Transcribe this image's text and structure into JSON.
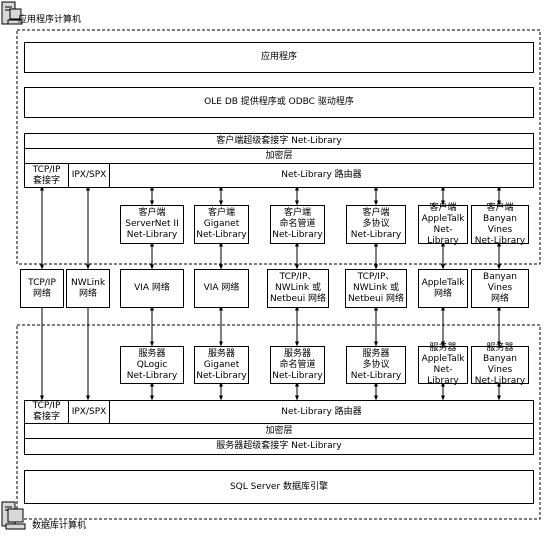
{
  "client_computer": {
    "label": "应用程序计算机"
  },
  "server_computer": {
    "label": "数据库计算机"
  },
  "client_stack": {
    "application": "应用程序",
    "oledb": "OLE DB 提供程序或 ODBC 驱动程序",
    "superSocket": "客户端超级套接字 Net-Library",
    "encryption": "加密层",
    "tcpip": "TCP/IP\n套接字",
    "ipxspx": "IPX/SPX",
    "router": "Net-Library 路由器",
    "netlibs": [
      "客户端\nServerNet II\nNet-Library",
      "客户端\nGiganet\nNet-Library",
      "客户端\n命名管道\nNet-Library",
      "客户端\n多协议\nNet-Library",
      "客户端\nAppleTalk\nNet-Library",
      "客户端\nBanyan Vines\nNet-Library"
    ]
  },
  "networks": [
    "TCP/IP\n网络",
    "NWLink\n网络",
    "VIA 网络",
    "VIA 网络",
    "TCP/IP、\nNWLink 或\nNetbeui 网络",
    "TCP/IP、\nNWLink 或\nNetbeui 网络",
    "AppleTalk\n网络",
    "Banyan Vines\n网络"
  ],
  "server_stack": {
    "netlibs": [
      "服务器\nQLogic\nNet-Library",
      "服务器\nGiganet\nNet-Library",
      "服务器\n命名管道\nNet-Library",
      "服务器\n多协议\nNet-Library",
      "服务器\nAppleTalk\nNet-Library",
      "服务器\nBanyan Vines\nNet-Library"
    ],
    "tcpip": "TCP/IP\n套接字",
    "ipxspx": "IPX/SPX",
    "router": "Net-Library 路由器",
    "encryption": "加密层",
    "superSocket": "服务器超级套接字 Net-Library",
    "engine": "SQL Server 数据库引擎"
  },
  "colors": {
    "line": "#000000",
    "background": "#ffffff",
    "icon_fill": "#d8d8d8"
  },
  "icons": {
    "client": "computer-icon",
    "server": "computer-icon"
  }
}
